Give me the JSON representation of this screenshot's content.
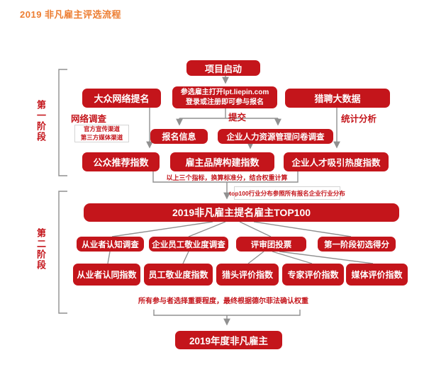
{
  "title": "2019 非凡雇主评选流程",
  "colors": {
    "box_red": "#C4151B",
    "title_orange": "#ED7D31",
    "line_gray": "#909090"
  },
  "phase1": {
    "label": "第一阶段",
    "project_start": "项目启动",
    "register_line1": "参选雇主打开lpt.liepin.com",
    "register_line2": "登录或注册即可参与报名",
    "submit_label": "提交",
    "public_nomination": "大众网络提名",
    "network_survey_label": "网络调查",
    "channel_note_line1": "官方宣传渠道",
    "channel_note_line2": "第三方媒体渠道",
    "liepin_bigdata": "猎聘大数据",
    "stat_analysis_label": "统计分析",
    "registration_info": "报名信息",
    "hr_questionnaire": "企业人力资源管理问卷调查",
    "public_recommend_index": "公众推荐指数",
    "employer_brand_index": "雇主品牌构建指数",
    "talent_attraction_index": "企业人才吸引热度指数",
    "weight_note": "以上三个指标，换算标准分，结合权重计算",
    "top100_note": "top100行业分布参照所有报名企业行业分布"
  },
  "phase2": {
    "label": "第二阶段",
    "top100_box": "2019非凡雇主提名雇主TOP100",
    "surveys": [
      "从业者认知调查",
      "企业员工敬业度调查",
      "评审团投票",
      "第一阶段初选得分"
    ],
    "indices": [
      "从业者认同指数",
      "员工敬业度指数",
      "猎头评价指数",
      "专家评价指数",
      "媒体评价指数"
    ],
    "delphi_note": "所有参与者选择重要程度，最终根据德尔菲法确认权重",
    "final_box": "2019年度非凡雇主"
  }
}
